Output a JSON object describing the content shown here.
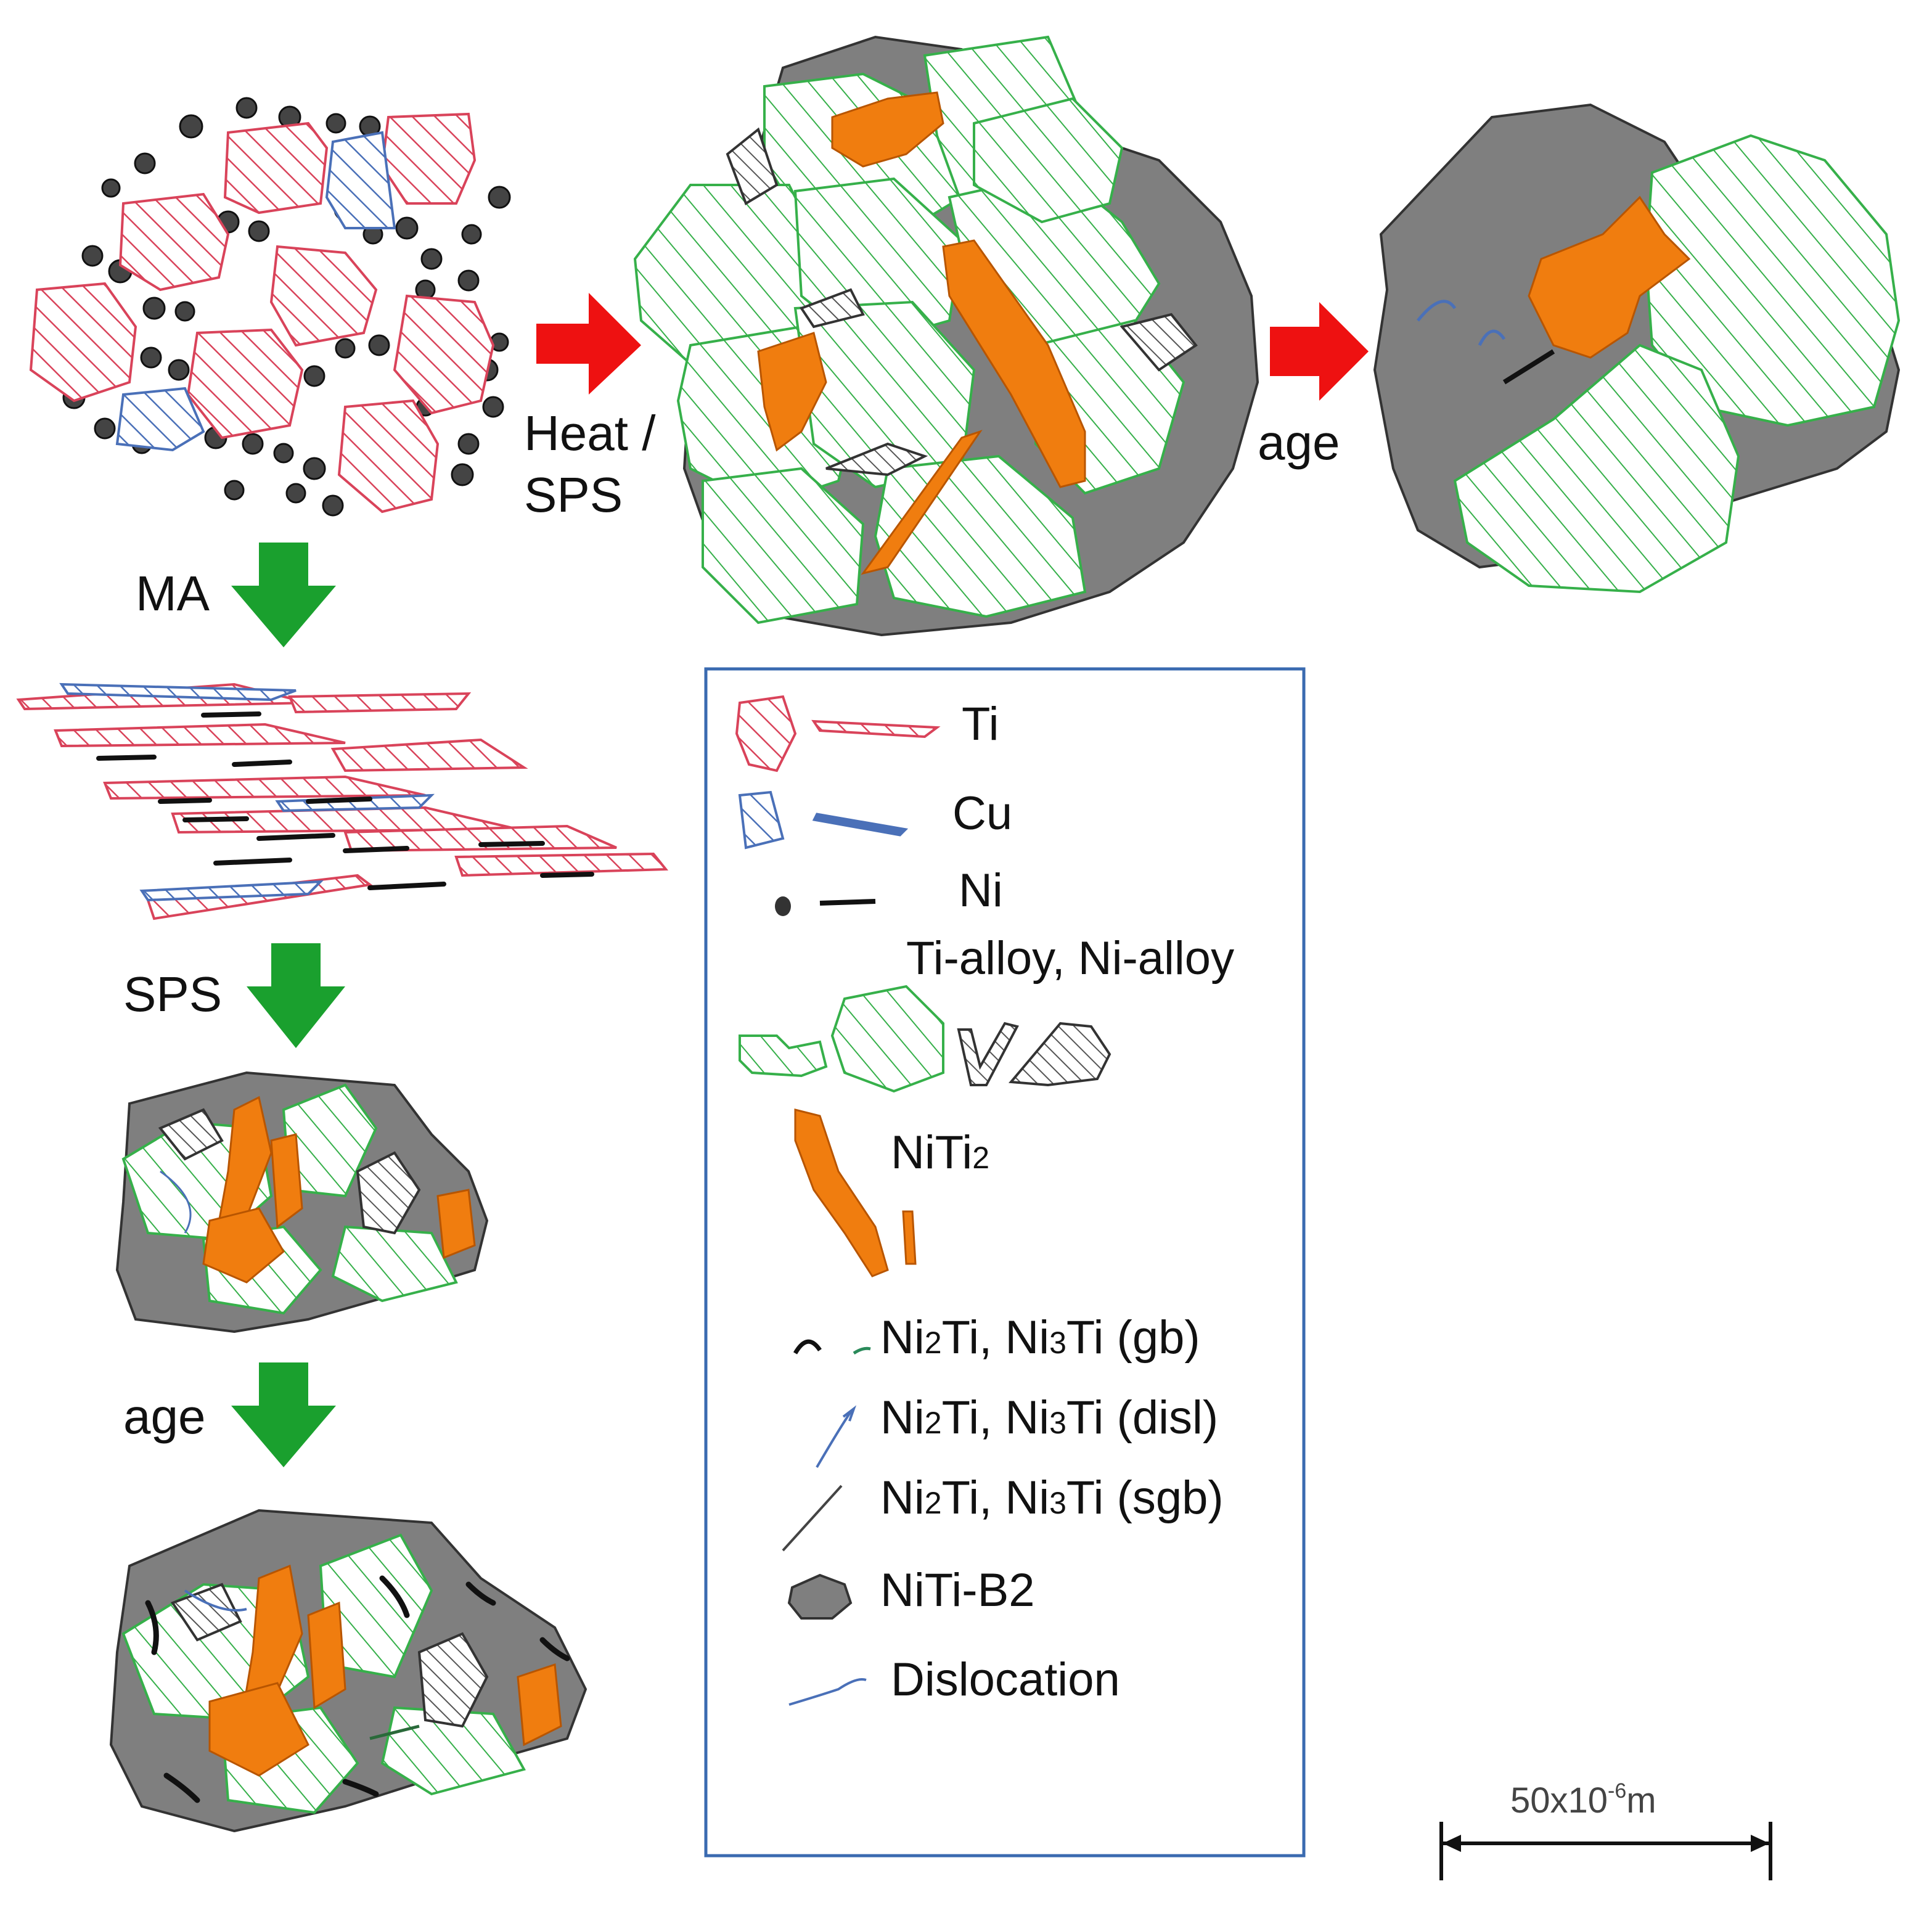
{
  "labels": {
    "heat_sps_line1": "Heat /",
    "heat_sps_line2": "SPS",
    "age_top": "age",
    "ma": "MA",
    "sps_left": "SPS",
    "age_left": "age"
  },
  "legend": {
    "ti": "Ti",
    "cu": "Cu",
    "ni": "Ni",
    "ti_ni_alloy": "Ti-alloy, Ni-alloy",
    "niti2_base": "NiTi",
    "niti2_sub": "2",
    "gb": {
      "a": "Ni",
      "a_sub": "2",
      "b": "Ti, Ni",
      "b_sub": "3",
      "c": "Ti (gb)"
    },
    "disl": {
      "a": "Ni",
      "a_sub": "2",
      "b": "Ti, Ni",
      "b_sub": "3",
      "c": "Ti (disl)"
    },
    "sgb": {
      "a": "Ni",
      "a_sub": "2",
      "b": "Ti, Ni",
      "b_sub": "3",
      "c": "Ti (sgb)"
    },
    "b2": "NiTi-B2",
    "dislocation": "Dislocation"
  },
  "scale_bar": {
    "base": "50x10",
    "exp": "-6",
    "unit": "m"
  },
  "colors": {
    "ti_red": "#d9435a",
    "cu_blue": "#4a70b8",
    "alloy_green": "#36b04a",
    "niti2_orange": "#f07d0f",
    "b2_gray": "#7f7f7f",
    "arrow_red": "#ee1111",
    "arrow_green": "#1aa02e",
    "legend_border": "#3a6ab0"
  }
}
